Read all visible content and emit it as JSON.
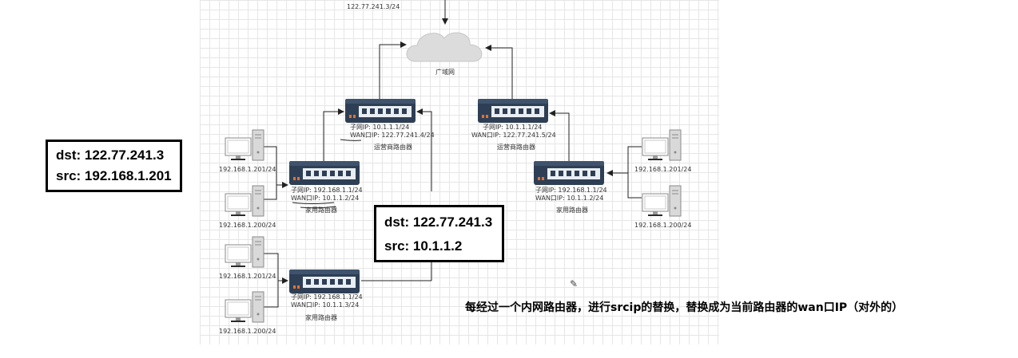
{
  "top_ip_label": "122.77.241.3/24",
  "cloud": {
    "label": "广域网"
  },
  "routers": {
    "isp_left": {
      "subnet": "子网IP:   10.1.1.1/24",
      "wan": "WAN口IP:  122.77.241.4/24",
      "name": "运营商路由器"
    },
    "isp_right": {
      "subnet": "子网IP:   10.1.1.1/24",
      "wan": "WAN口IP:  122.77.241.5/24",
      "name": "运营商路由器"
    },
    "home_left": {
      "subnet": "子网IP:   192.168.1.1/24",
      "wan": "WAN口IP:  10.1.1.2/24",
      "name": "家用路由器"
    },
    "home_bottom": {
      "subnet": "子网IP:   192.168.1.1/24",
      "wan": "WAN口IP:  10.1.1.3/24",
      "name": "家用路由器"
    },
    "home_right": {
      "subnet": "子网IP:   192.168.1.1/24",
      "wan": "WAN口IP:  10.1.1.2/24",
      "name": "家用路由器"
    }
  },
  "computers": {
    "left_top_1": "192.168.1.201/24",
    "left_top_2": "192.168.1.200/24",
    "left_bot_1": "192.168.1.201/24",
    "left_bot_2": "192.168.1.200/24",
    "right_1": "192.168.1.201/24",
    "right_2": "192.168.1.200/24"
  },
  "packet_boxes": {
    "box1": {
      "dst": "dst: 122.77.241.3",
      "src": "src: 192.168.1.201"
    },
    "box2": {
      "dst": "dst: 122.77.241.3",
      "src": "src:   10.1.1.2"
    }
  },
  "note": "每经过一个内网路由器，进行srcip的替换，替换成为当前路由器的wan口IP（对外的）"
}
